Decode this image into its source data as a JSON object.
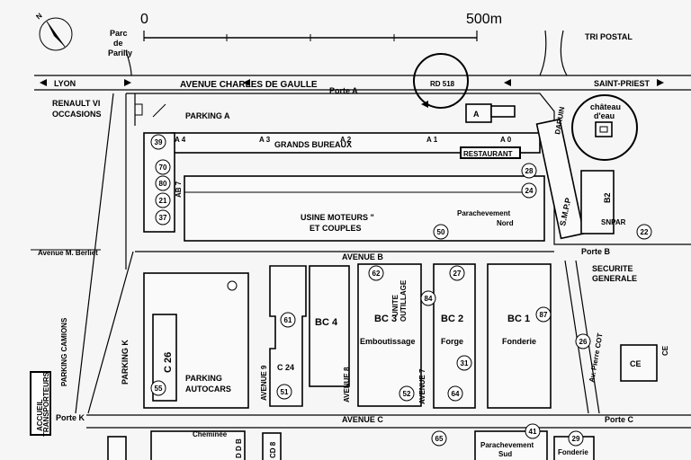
{
  "scale": {
    "start": "0",
    "end": "500m"
  },
  "north_symbol": "N",
  "places": {
    "parc_de_parilly": [
      "Parc",
      "de",
      "Parilly"
    ],
    "tri_postal": "TRI POSTAL",
    "lyon": "LYON",
    "saint_priest": "SAINT-PRIEST",
    "avenue_charles_de_gaulle": "AVENUE CHARLES DE GAULLE",
    "porte_a": "Porte A",
    "rd_518": "RD 518",
    "renault_vi_occasions": [
      "RENAULT VI",
      "OCCASIONS"
    ],
    "parking_a": "PARKING A",
    "chateau_deau": [
      "château",
      "d'eau"
    ],
    "grands_bureaux": "GRANDS BUREAUX",
    "restaurant": "RESTAURANT",
    "usine_moteurs": [
      "USINE MOTEURS \"",
      "ET COUPLES"
    ],
    "parachevement_nord": [
      "Parachevement",
      "Nord"
    ],
    "smpp": "S.M.P.P",
    "daruin": "DARUIN",
    "b2": "B2",
    "snpar": "SNPAR",
    "porte_b": "Porte B",
    "securite_generale": [
      "SECURITE",
      "GENERALE"
    ],
    "avenue_b": "AVENUE B",
    "avenue_m_berliet": "Avenue M. Berliet",
    "parking_camions": "PARKING CAMIONS",
    "parking_k": "PARKING K",
    "c26": "C 26",
    "parking_autocars": [
      "PARKING",
      "AUTOCARS"
    ],
    "avenue_9": "AVENUE 9",
    "c24": "C 24",
    "bc4": "BC 4",
    "avenue_8": "AVENUE 8",
    "bc3": "BC 3",
    "unite_outillage": [
      "UNITE",
      "OUTILLAGE"
    ],
    "emboutissage": "Emboutissage",
    "avenue_7": "AVENUE 7",
    "bc2": "BC 2",
    "forge": "Forge",
    "bc1": "BC 1",
    "fonderie": "Fonderie",
    "av_pierre_cot": "Av. Pierre COT",
    "ce": "CE",
    "accueil_transporteurs": [
      "ACCUEIL",
      "TRANSPORTEURS"
    ],
    "porte_k": "Porte K",
    "avenue_c": "AVENUE C",
    "porte_c": "Porte C",
    "chemines": "Cheminée",
    "parachevement_sud": [
      "Parachevement",
      "Sud"
    ],
    "fonderie_bottom": "Fonderie",
    "ab7": "AB 7",
    "cd8": "CD 8",
    "ddb": "D D B"
  },
  "gate_labels": [
    "A 4",
    "A 3",
    "A 2",
    "A 1",
    "A 0",
    "A"
  ],
  "building_numbers": [
    "39",
    "70",
    "80",
    "21",
    "37",
    "28",
    "24",
    "50",
    "22",
    "62",
    "84",
    "27",
    "87",
    "61",
    "55",
    "26",
    "51",
    "31",
    "64",
    "52",
    "65",
    "41",
    "29"
  ]
}
